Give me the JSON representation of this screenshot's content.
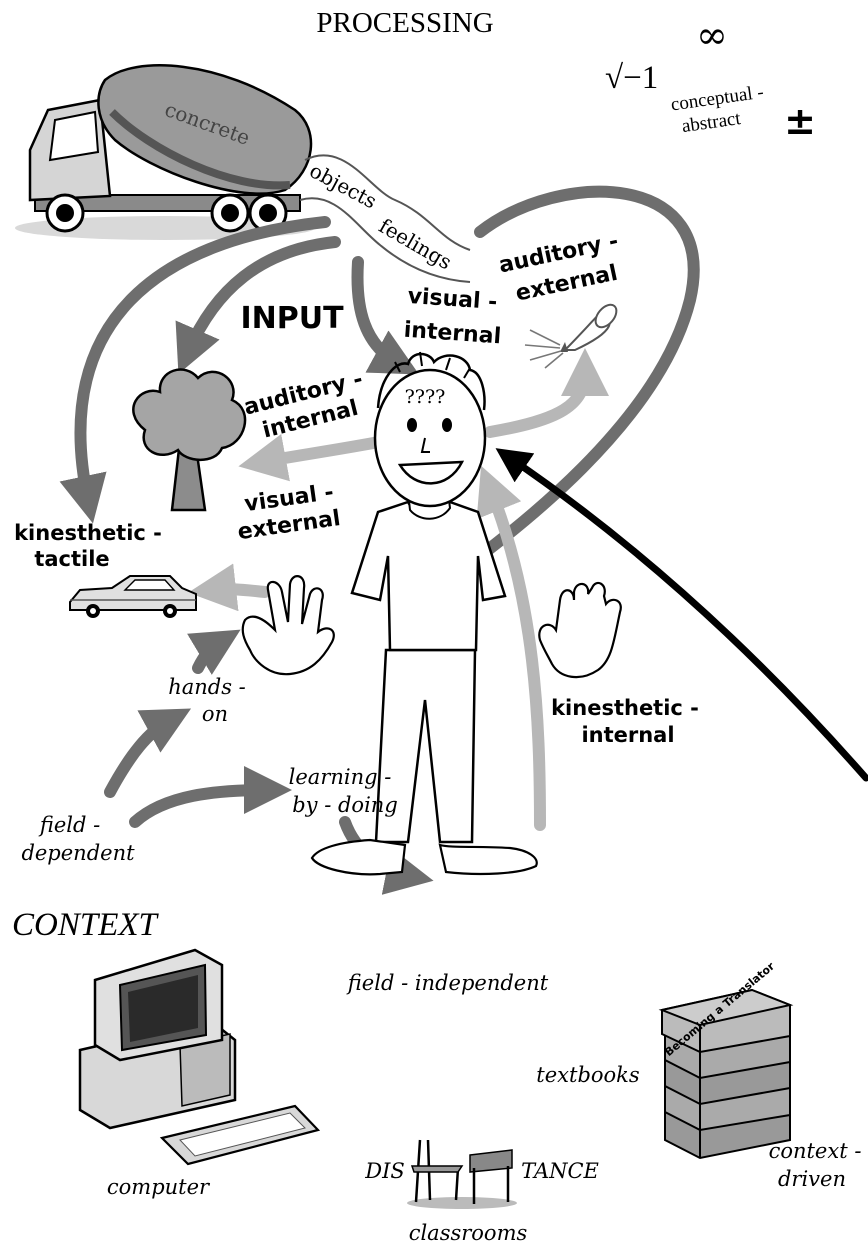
{
  "header": {
    "title": "PROCESSING"
  },
  "abstract": {
    "sqrt_symbol": "√−1",
    "infinity": "∞",
    "label_line1": "conceptual -",
    "label_line2": "abstract",
    "plus_minus": "±"
  },
  "truck": {
    "drum_label": "concrete"
  },
  "wave_labels": {
    "objects": "objects",
    "feelings": "feelings"
  },
  "input": {
    "label": "INPUT"
  },
  "modes": {
    "visual_internal_1": "visual -",
    "visual_internal_2": "internal",
    "auditory_external_1": "auditory -",
    "auditory_external_2": "external",
    "auditory_internal_1": "auditory -",
    "auditory_internal_2": "internal",
    "visual_external_1": "visual -",
    "visual_external_2": "external",
    "kinesthetic_tactile_1": "kinesthetic -",
    "kinesthetic_tactile_2": "tactile",
    "kinesthetic_internal_1": "kinesthetic -",
    "kinesthetic_internal_2": "internal"
  },
  "person": {
    "head_text": "????"
  },
  "learning": {
    "hands_on_1": "hands -",
    "hands_on_2": "on",
    "learning_by_doing_1": "learning -",
    "learning_by_doing_2": "by - doing",
    "field_dependent_1": "field -",
    "field_dependent_2": "dependent"
  },
  "context": {
    "title": "CONTEXT",
    "field_independent": "field - independent",
    "textbooks": "textbooks",
    "book_title": "Becoming a Translator",
    "context_driven_1": "context -",
    "context_driven_2": "driven",
    "computer": "computer",
    "dis": "DIS",
    "tance": "TANCE",
    "classrooms": "classrooms"
  },
  "colors": {
    "arrow_dark": "#6e6e6e",
    "arrow_light": "#b7b7b7",
    "arrow_black": "#000000"
  }
}
